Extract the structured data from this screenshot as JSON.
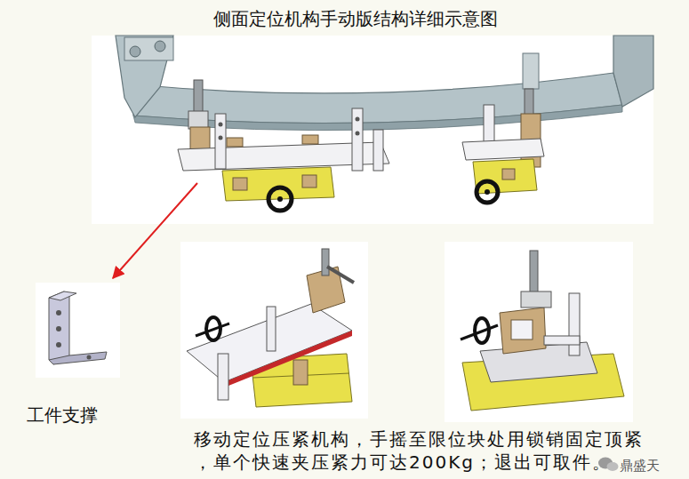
{
  "diagram": {
    "title": "侧面定位机构手动版结构详细示意图",
    "caption": "移动定位压紧机构，手摇至限位块处用锁销固定顶紧，单个快速夹压紧力可达200Kg；退出可取件。",
    "labels": [
      "工件支撑",
      "鼎盛天"
    ]
  }
}
